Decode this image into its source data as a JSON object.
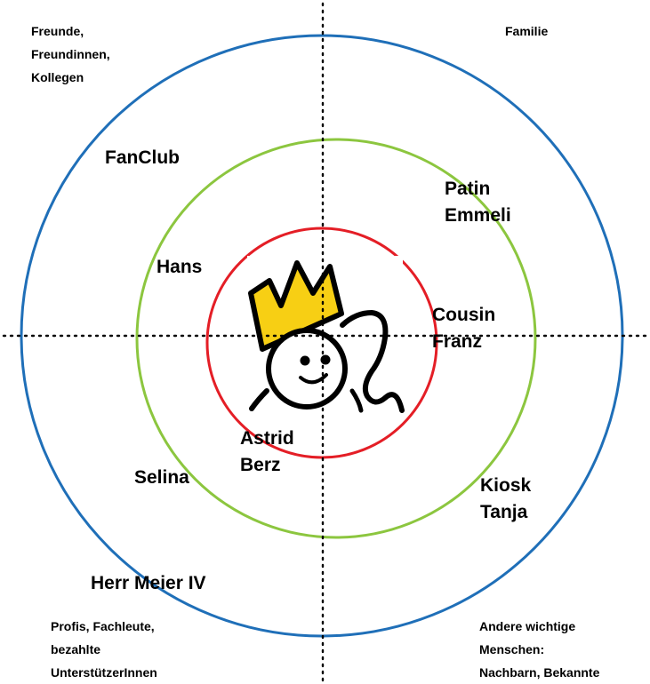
{
  "colors": {
    "outer_ring": "#1f6fb8",
    "middle_ring": "#8cc63f",
    "inner_ring": "#e41e26",
    "crown": "#f7cf14",
    "axis": "#000000"
  },
  "quadrants": {
    "top_left": "Freunde,\nFreundinnen,\nKollegen",
    "top_right": "Familie",
    "bottom_left": "Profis, Fachleute,\nbezahlte\nUnterstützerInnen",
    "bottom_right": "Andere wichtige\nMenschen:\nNachbarn, Bekannte"
  },
  "people": {
    "fanclub": "FanClub",
    "patin": "Patin\nEmmeli",
    "hans": "Hans",
    "cousin": "Cousin\nFranz",
    "astrid": "Astrid\nBerz",
    "selina": "Selina",
    "kiosk": "Kiosk\nTanja",
    "herr_meier": "Herr Meier IV"
  },
  "center_icon": "crowned-smiley-icon"
}
